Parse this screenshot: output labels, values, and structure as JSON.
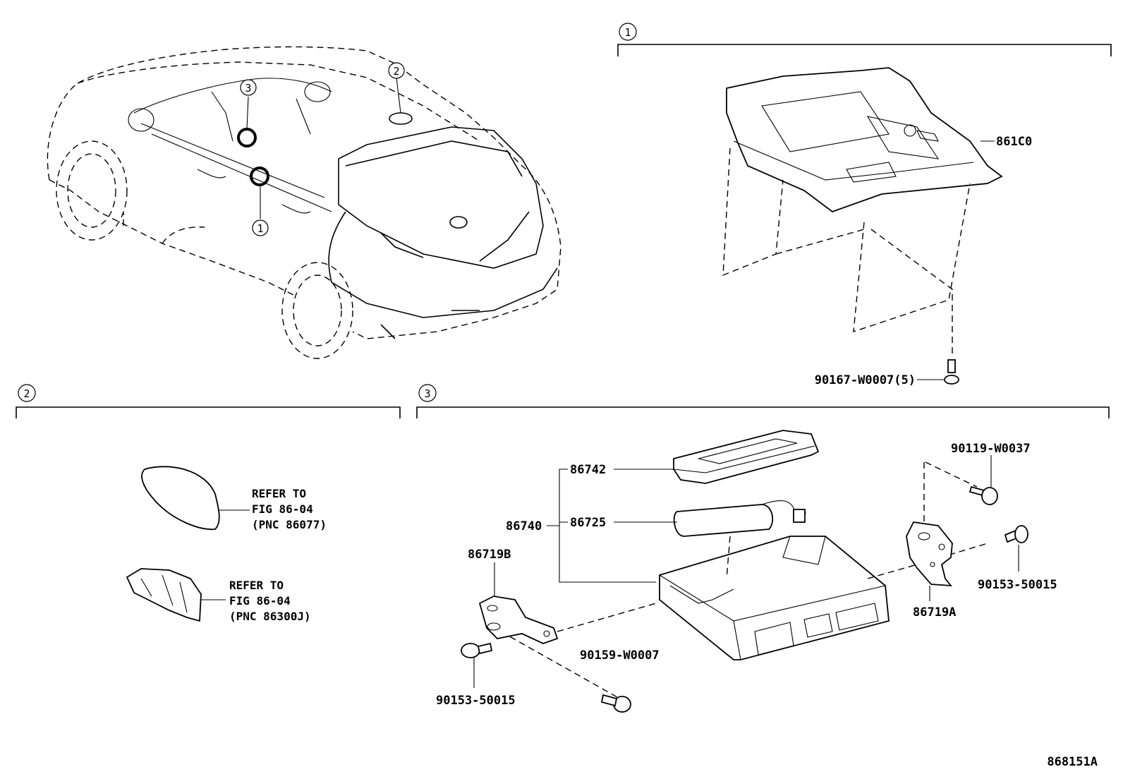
{
  "diagram": {
    "id_code": "868151A",
    "callouts": {
      "c1": "1",
      "c2": "2",
      "c3": "3"
    },
    "section_markers": {
      "s1": "1",
      "s2": "2",
      "s3": "3"
    },
    "parts": {
      "wireless_charger": "861C0",
      "screw_charger": "90167-W0007(5)",
      "bolt_top_right": "90119-W0037",
      "module_cover": "86742",
      "module_assy": "86740",
      "module_cell": "86725",
      "bracket_left": "86719B",
      "bracket_right": "86719A",
      "screw_right": "90153-50015",
      "screw_left": "90153-50015",
      "screw_mid": "90159-W0007"
    },
    "refs": {
      "antenna": {
        "line1": "REFER TO",
        "line2": "FIG 86-04",
        "line3": "(PNC 86077)"
      },
      "module": {
        "line1": "REFER TO",
        "line2": "FIG 86-04",
        "line3": "(PNC 86300J)"
      }
    }
  }
}
